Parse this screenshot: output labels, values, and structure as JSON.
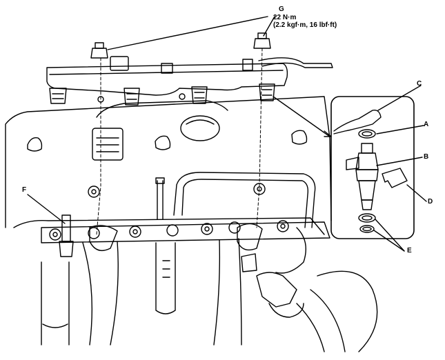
{
  "labels": {
    "G": "G",
    "torque_nm": "22 N·m",
    "torque_alt": "(2.2 kgf·m, 16 lbf·ft)",
    "A": "A",
    "B": "B",
    "C": "C",
    "D": "D",
    "E": "E",
    "F": "F"
  }
}
